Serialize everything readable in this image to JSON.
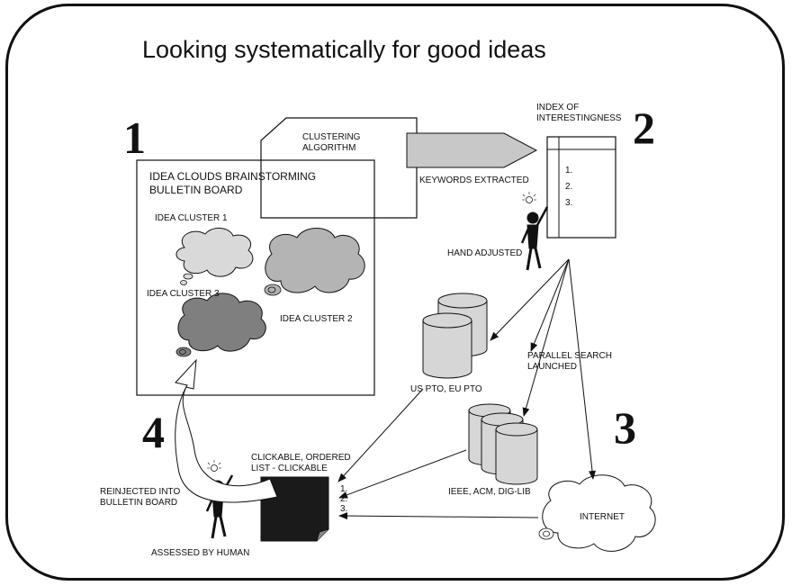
{
  "title": "Looking systematically for good ideas",
  "steps": [
    "1",
    "2",
    "3",
    "4"
  ],
  "labels": {
    "bulletin_board_line1": "IDEA CLOUDS BRAINSTORMING",
    "bulletin_board_line2": "BULLETIN BOARD",
    "clustering_line1": "CLUSTERING",
    "clustering_line2": "ALGORITHM",
    "keywords_extracted": "KEYWORDS EXTRACTED",
    "index_line1": "INDEX OF",
    "index_line2": "INTERESTINGNESS",
    "hand_adjusted": "HAND ADJUSTED",
    "idea_cluster_1": "IDEA CLUSTER 1",
    "idea_cluster_2": "IDEA CLUSTER 2",
    "idea_cluster_3": "IDEA CLUSTER 3",
    "parallel_search_line1": "PARALLEL SEARCH",
    "parallel_search_line2": "LAUNCHED",
    "patent_offices": "US PTO, EU PTO",
    "libraries": "IEEE, ACM, DIG-LIB",
    "internet": "INTERNET",
    "clickable_line1": "CLICKABLE, ORDERED",
    "clickable_line2": "LIST - CLICKABLE",
    "reinjected_line1": "REINJECTED INTO",
    "reinjected_line2": "BULLETIN BOARD",
    "assessed_by_human": "ASSESSED BY HUMAN"
  },
  "index_items": [
    "1.",
    "2.",
    "3."
  ],
  "result_items": [
    "1.",
    "2.",
    "3."
  ],
  "colors": {
    "cluster_1": "#d9d9d9",
    "cluster_2": "#b4b4b4",
    "cluster_3": "#7f7f7f",
    "arrow_fill": "#c8c8c8",
    "cylinder_fill": "#d6d6d6",
    "list_fill": "#1a1a1a"
  }
}
